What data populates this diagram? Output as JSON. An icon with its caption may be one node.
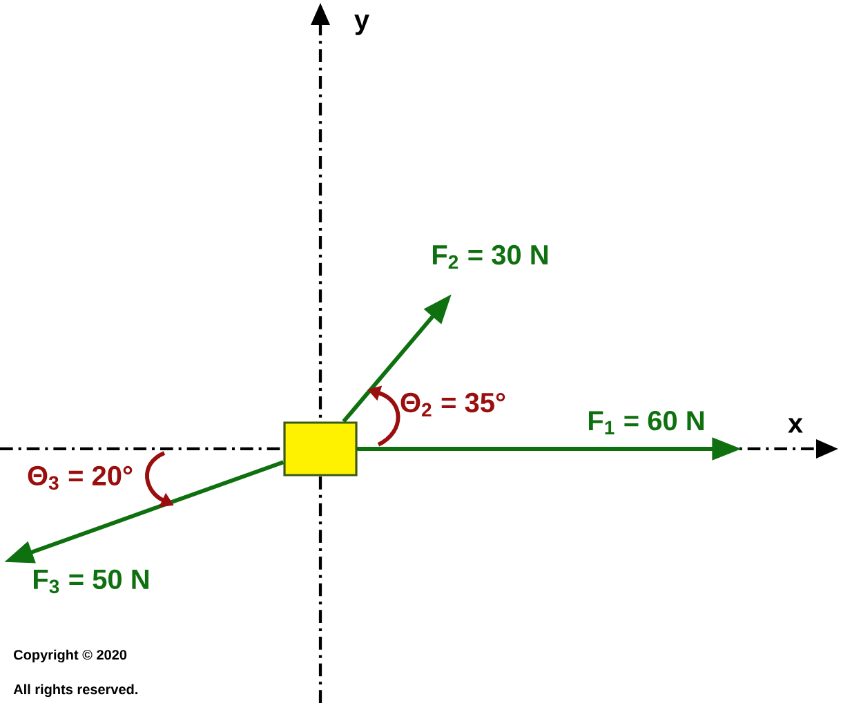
{
  "diagram": {
    "nodes": [
      {
        "text": [],
        "shape": "box"
      },
      {
        "text": [
          "F$_{2}$ = 30 N"
        ]
      },
      {
        "text": [
          "F$_{1}$ = 60 N"
        ]
      },
      {
        "text": [
          "F$_{3}$ = 50 N"
        ]
      }
    ],
    "edges": [
      {
        "from": 0,
        "to": 2,
        "arrow": "to"
      },
      {
        "from": 0,
        "to": 1,
        "arrow": "to"
      },
      {
        "from": 0,
        "to": 3,
        "arrow": "to"
      }
    ],
    "labels": [
      "y",
      "Θ$_{2}$ = 35°",
      "x",
      "Θ$_{3}$ = 20°",
      "Copyright © 2020",
      "All rights reserved."
    ]
  }
}
